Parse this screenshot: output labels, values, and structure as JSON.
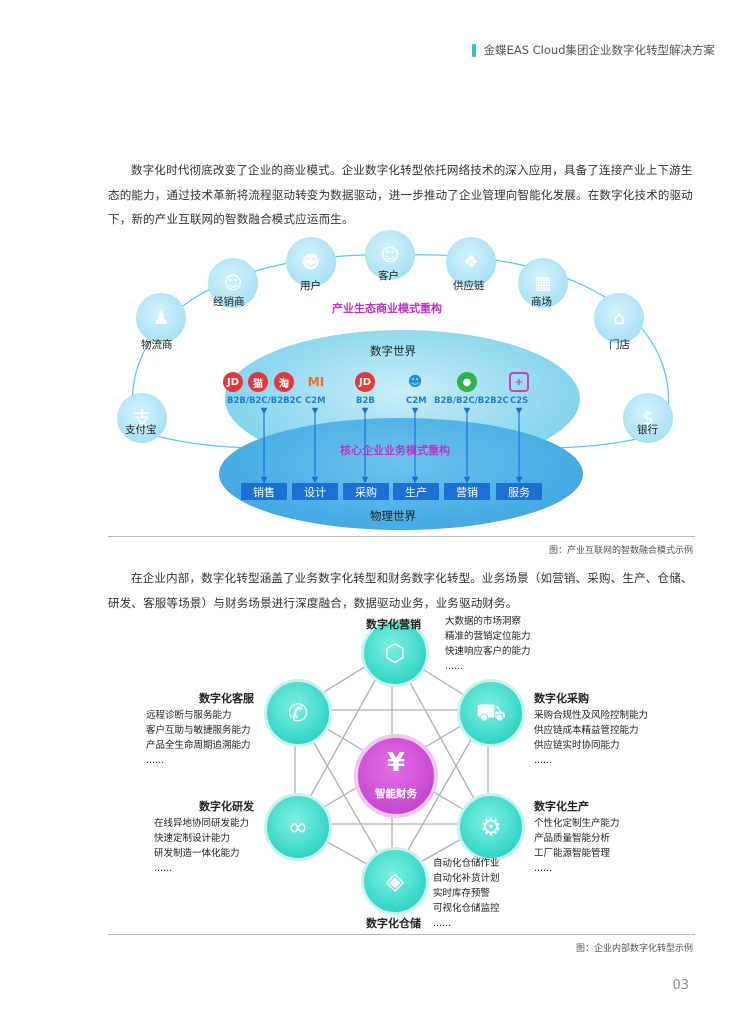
{
  "header": {
    "title": "金蝶EAS Cloud集团企业数字化转型解决方案"
  },
  "intro_paragraph": "数字化时代彻底改变了企业的商业模式。企业数字化转型依托网络技术的深入应用，具备了连接产业上下游生态的能力，通过技术革新将流程驱动转变为数据驱动，进一步推动了企业管理向智能化发展。在数字化技术的驱动下，新的产业互联网的智数融合模式应运而生。",
  "diagram1": {
    "ecosystem_title": "产业生态商业模式重构",
    "core_title": "核心企业业务模式重构",
    "digital_world": "数字世界",
    "physical_world": "物理世界",
    "nodes": [
      "支付宝",
      "物流商",
      "经销商",
      "用户",
      "客户",
      "供应链",
      "商场",
      "门店",
      "银行"
    ],
    "brands": [
      "JD",
      "猫",
      "淘",
      "MI",
      "JD",
      "",
      "",
      "+"
    ],
    "modes": [
      "B2B/B2C/B2B2C",
      "C2M",
      "B2B",
      "C2M",
      "B2B/B2C/B2B2C",
      "C2S"
    ],
    "functions": [
      "销售",
      "设计",
      "采购",
      "生产",
      "营销",
      "服务"
    ],
    "caption": "图：产业互联网的智数融合模式示例"
  },
  "second_paragraph": "在企业内部，数字化转型涵盖了业务数字化转型和财务数字化转型。业务场景（如营销、采购、生产、仓储、研发、客服等场景）与财务场景进行深度融合，数据驱动业务，业务驱动财务。",
  "diagram2": {
    "center": {
      "label": "智能财务",
      "icon": "¥"
    },
    "hubs": [
      {
        "title": "数字化营销",
        "items": [
          "大数据的市场洞察",
          "精准的营销定位能力",
          "快速响应客户的能力",
          "......"
        ]
      },
      {
        "title": "数字化采购",
        "items": [
          "采购合规性及风险控制能力",
          "供应链成本精益管控能力",
          "供应链实时协同能力",
          "......"
        ]
      },
      {
        "title": "数字化生产",
        "items": [
          "个性化定制生产能力",
          "产品质量智能分析",
          "工厂能源智能管理",
          "......"
        ]
      },
      {
        "title": "数字化仓储",
        "items": [
          "自动化仓储作业",
          "自动化补货计划",
          "实时库存预警",
          "可视化仓储监控",
          "......"
        ]
      },
      {
        "title": "数字化研发",
        "items": [
          "在线异地协同研发能力",
          "快速定制设计能力",
          "研发制造一体化能力",
          "......"
        ]
      },
      {
        "title": "数字化客服",
        "items": [
          "远程诊断与服务能力",
          "客户互助与敏捷服务能力",
          "产品全生命周期追溯能力",
          "......"
        ]
      }
    ],
    "caption": "图：企业内部数字化转型示例"
  },
  "page_number": "03"
}
